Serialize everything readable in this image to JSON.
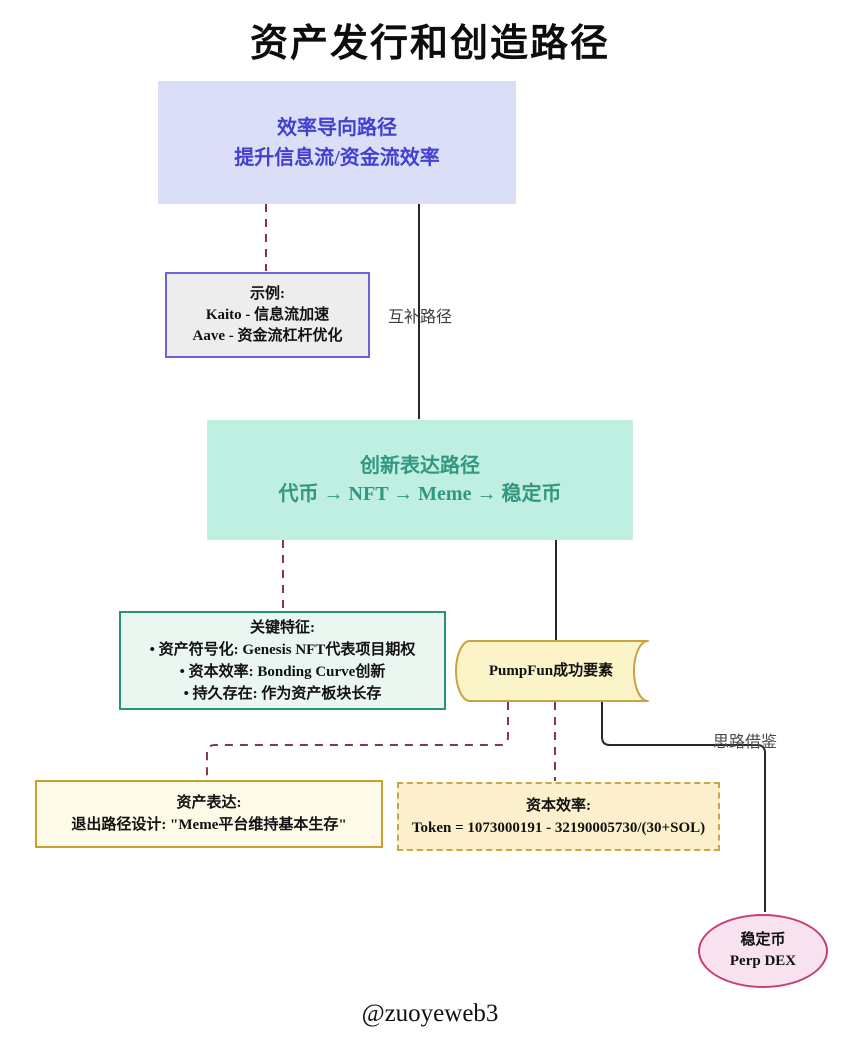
{
  "title": "资产发行和创造路径",
  "footer": "@zuoyeweb3",
  "nodes": {
    "efficiency": {
      "text": "效率导向路径\n提升信息流/资金流效率"
    },
    "example": {
      "text": "示例:\nKaito - 信息流加速\nAave - 资金流杠杆优化"
    },
    "innovation": {
      "text": "创新表达路径\n代币 → NFT → Meme → 稳定币"
    },
    "features": {
      "text": "关键特征:\n• 资产符号化: Genesis NFT代表项目期权\n• 资本效率: Bonding Curve创新\n• 持久存在: 作为资产板块长存"
    },
    "pumpfun": {
      "text": "PumpFun成功要素"
    },
    "expression": {
      "text": "资产表达:\n退出路径设计: \"Meme平台维持基本生存\""
    },
    "capital": {
      "text": "资本效率:\nToken = 1073000191 - 32190005730/(30+SOL)"
    },
    "stablecoin": {
      "text": "稳定币\nPerp DEX"
    }
  },
  "edge_labels": {
    "complementary": "互补路径",
    "reference": "思路借鉴"
  },
  "colors": {
    "efficiency_fill": "#DADFF7",
    "efficiency_text": "#4340D0",
    "example_fill": "#EDEDED",
    "example_border": "#6965D6",
    "innovation_fill": "#BFEFE0",
    "innovation_text": "#339680",
    "features_fill": "#EAF7F0",
    "features_border": "#27917A",
    "pumpfun_fill": "#FCF4C9",
    "pumpfun_border": "#C6A43F",
    "expression_fill": "#FDFAE8",
    "expression_border": "#C8A02C",
    "capital_fill": "#FBF0CB",
    "capital_border": "#CBA743",
    "stablecoin_fill": "#F8E2EF",
    "stablecoin_border": "#C73D76",
    "dashed_edge": "#8E3157",
    "solid_edge": "#2F2234"
  }
}
